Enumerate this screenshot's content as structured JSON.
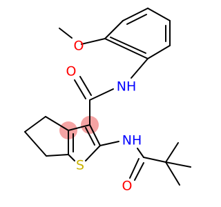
{
  "molecule": {
    "highlight_color": "#f4a3a3",
    "atoms": {
      "methoxy_o": {
        "label": "O",
        "color": "#ff0000"
      },
      "carbonyl_o": {
        "label": "O",
        "color": "#ff0000"
      },
      "amide_nh": {
        "label": "NH",
        "color": "#0000ff"
      },
      "ring_s": {
        "label": "S",
        "color": "#c9b200"
      },
      "amine_nh": {
        "label": "NH",
        "color": "#0000ff"
      },
      "pivaloyl_o": {
        "label": "O",
        "color": "#ff0000"
      }
    }
  }
}
